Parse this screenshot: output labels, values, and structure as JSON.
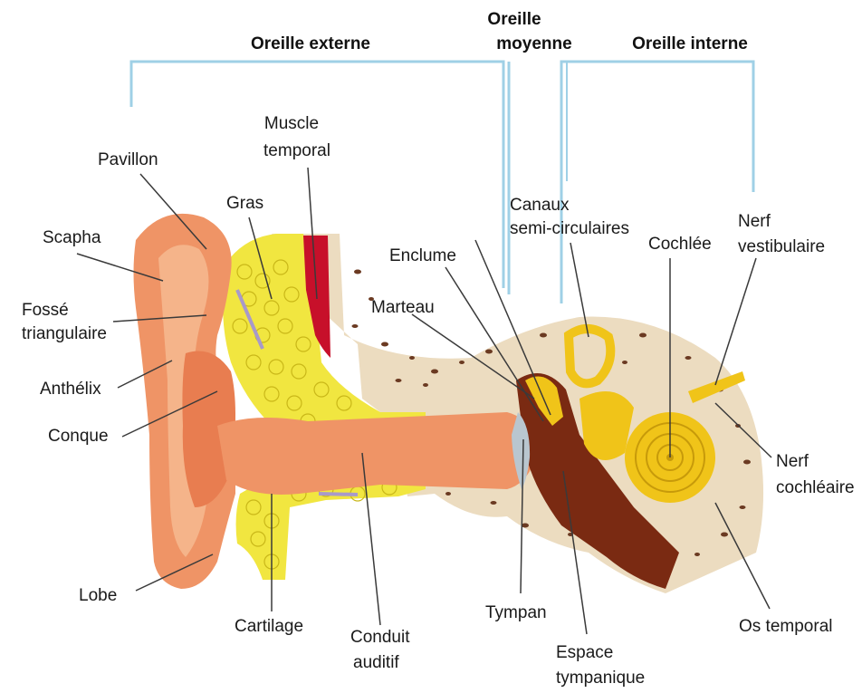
{
  "regions": {
    "outer": "Oreille externe",
    "middle_line1": "Oreille",
    "middle_line2": "moyenne",
    "inner": "Oreille interne"
  },
  "labels": {
    "muscle_l1": "Muscle",
    "muscle_l2": "temporal",
    "pavillon": "Pavillon",
    "gras": "Gras",
    "scapha": "Scapha",
    "fosse_l1": "Fossé",
    "fosse_l2": "triangulaire",
    "anthelix": "Anthélix",
    "conque": "Conque",
    "lobe": "Lobe",
    "cartilage": "Cartilage",
    "conduit_l1": "Conduit",
    "conduit_l2": "auditif",
    "canaux_l1": "Canaux",
    "canaux_l2": "semi-circulaires",
    "enclume": "Enclume",
    "marteau": "Marteau",
    "cochlee": "Cochlée",
    "nerf_vest_l1": "Nerf",
    "nerf_vest_l2": "vestibulaire",
    "nerf_coch_l1": "Nerf",
    "nerf_coch_l2": "cochléaire",
    "tympan": "Tympan",
    "espace_l1": "Espace",
    "espace_l2": "tympanique",
    "os_temporal": "Os temporal"
  },
  "colors": {
    "bracket": "#9fd0e6",
    "skin": "#ef9466",
    "skin_light": "#f5b48a",
    "fat": "#f1e640",
    "bone": "#ecdcc0",
    "bone_dots": "#6b3a22",
    "muscle": "#c7102a",
    "cavity": "#7a2a12",
    "inner_ear": "#f0c419",
    "tympan": "#b9c6cf"
  }
}
